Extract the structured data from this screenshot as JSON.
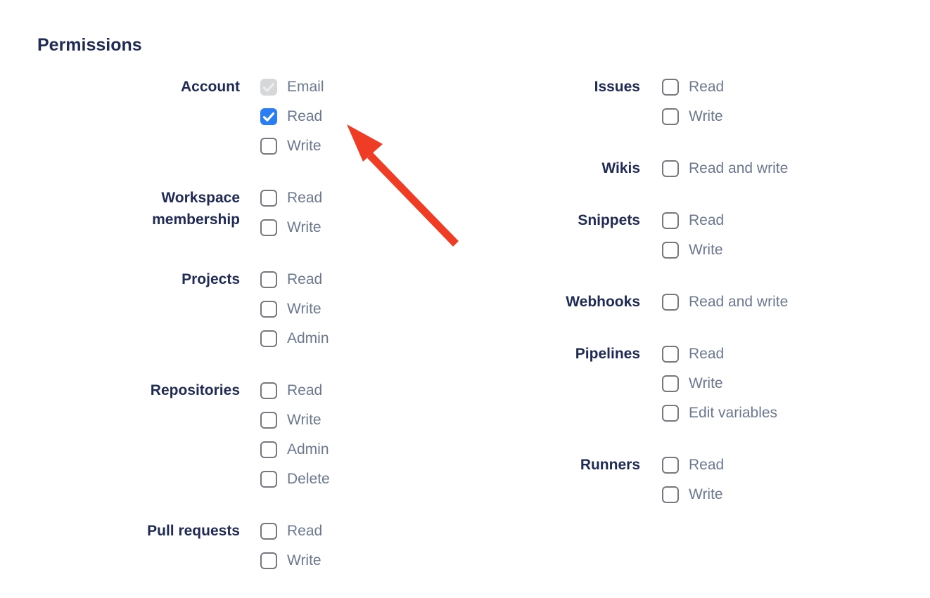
{
  "page": {
    "heading": "Permissions"
  },
  "colors": {
    "heading_text": "#1f2b54",
    "group_label_text": "#1f2b54",
    "option_label_text": "#6b7890",
    "checkbox_border": "#75787e",
    "checkbox_checked_bg": "#2b7df2",
    "checkbox_checked_glyph": "#ffffff",
    "checkbox_disabled_bg": "#d6d7d9",
    "checkbox_disabled_glyph": "#ecedee",
    "arrow": "#ee3c25"
  },
  "columns": [
    {
      "groups": [
        {
          "label": "Account",
          "options": [
            {
              "label": "Email",
              "state": "disabled-checked"
            },
            {
              "label": "Read",
              "state": "checked"
            },
            {
              "label": "Write",
              "state": "unchecked"
            }
          ]
        },
        {
          "label": "Workspace membership",
          "options": [
            {
              "label": "Read",
              "state": "unchecked"
            },
            {
              "label": "Write",
              "state": "unchecked"
            }
          ]
        },
        {
          "label": "Projects",
          "options": [
            {
              "label": "Read",
              "state": "unchecked"
            },
            {
              "label": "Write",
              "state": "unchecked"
            },
            {
              "label": "Admin",
              "state": "unchecked"
            }
          ]
        },
        {
          "label": "Repositories",
          "options": [
            {
              "label": "Read",
              "state": "unchecked"
            },
            {
              "label": "Write",
              "state": "unchecked"
            },
            {
              "label": "Admin",
              "state": "unchecked"
            },
            {
              "label": "Delete",
              "state": "unchecked"
            }
          ]
        },
        {
          "label": "Pull requests",
          "options": [
            {
              "label": "Read",
              "state": "unchecked"
            },
            {
              "label": "Write",
              "state": "unchecked"
            }
          ]
        }
      ]
    },
    {
      "groups": [
        {
          "label": "Issues",
          "options": [
            {
              "label": "Read",
              "state": "unchecked"
            },
            {
              "label": "Write",
              "state": "unchecked"
            }
          ]
        },
        {
          "label": "Wikis",
          "options": [
            {
              "label": "Read and write",
              "state": "unchecked"
            }
          ]
        },
        {
          "label": "Snippets",
          "options": [
            {
              "label": "Read",
              "state": "unchecked"
            },
            {
              "label": "Write",
              "state": "unchecked"
            }
          ]
        },
        {
          "label": "Webhooks",
          "options": [
            {
              "label": "Read and write",
              "state": "unchecked"
            }
          ]
        },
        {
          "label": "Pipelines",
          "options": [
            {
              "label": "Read",
              "state": "unchecked"
            },
            {
              "label": "Write",
              "state": "unchecked"
            },
            {
              "label": "Edit variables",
              "state": "unchecked"
            }
          ]
        },
        {
          "label": "Runners",
          "options": [
            {
              "label": "Read",
              "state": "unchecked"
            },
            {
              "label": "Write",
              "state": "unchecked"
            }
          ]
        }
      ]
    }
  ],
  "annotation": {
    "arrow_icon": "red-arrow",
    "arrow_color": "#ee3c25",
    "points_to": "account-read-checkbox"
  }
}
